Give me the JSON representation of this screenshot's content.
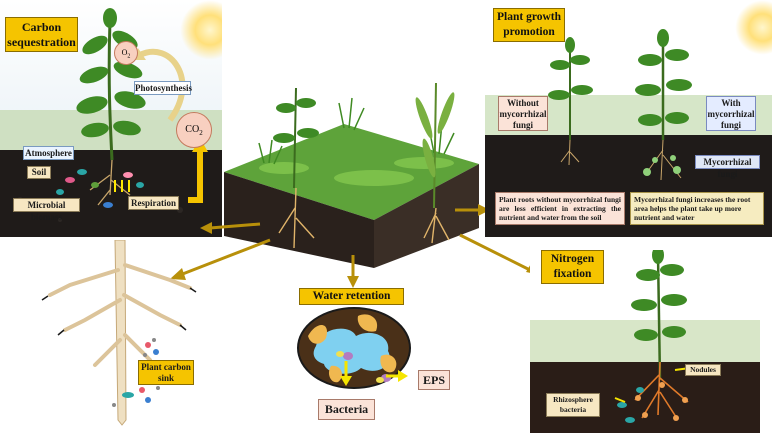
{
  "carbon": {
    "title": "Carbon sequestration",
    "o2": "O",
    "o2_sub": "2",
    "photosynthesis": "Photosynthesis",
    "co2": "CO",
    "co2_sub": "2",
    "atmosphere": "Atmosphere",
    "soil": "Soil",
    "microbial_biomass": "Microbial biomass",
    "respiration": "Respiration"
  },
  "plant_growth": {
    "title": "Plant growth promotion",
    "without": "Without mycorrhizal fungi",
    "with": "With mycorrhizal fungi",
    "fungi_label": "Mycorrhizal fungi",
    "desc_without": "Plant roots without mycorrhizal fungi are less efficient in extracting the nutrient and water from the soil",
    "desc_with": "Mycorrhizal fungi increases the root area helps the plant take up more nutrient and water"
  },
  "water": {
    "title": "Water retention",
    "eps": "EPS",
    "bacteria": "Bacteria"
  },
  "carbon_sink": {
    "label": "Plant carbon sink"
  },
  "nitrogen": {
    "title": "Nitrogen fixation",
    "nodules": "Nodules",
    "rhizosphere": "Rhizosphere bacteria"
  },
  "colors": {
    "title_fill": "#f5c400",
    "arrow": "#b8900a",
    "soil_dark": "#1e1a17",
    "grass": "#4f9a2b"
  }
}
